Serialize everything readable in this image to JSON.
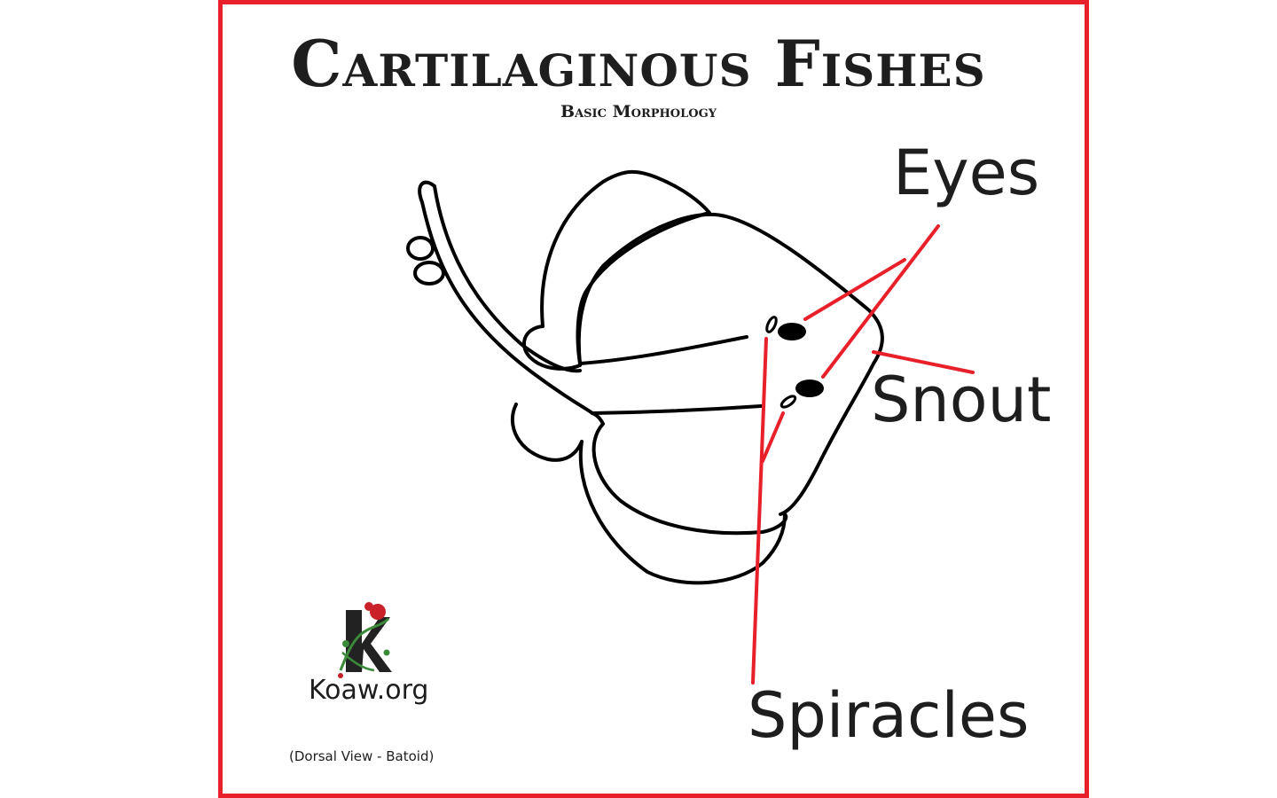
{
  "header": {
    "title": "Cartilaginous Fishes",
    "subtitle": "Basic Morphology"
  },
  "labels": {
    "eyes": "Eyes",
    "snout": "Snout",
    "spiracles": "Spiracles"
  },
  "footer": {
    "site": "Koaw.org",
    "caption": "(Dorsal View - Batoid)"
  },
  "logo": {
    "monogram": "K",
    "icon": "rose-monogram-logo"
  },
  "colors": {
    "border": "#e8202a",
    "pointer": "#e8202a",
    "outline": "#000000",
    "text": "#1e1e1e"
  }
}
